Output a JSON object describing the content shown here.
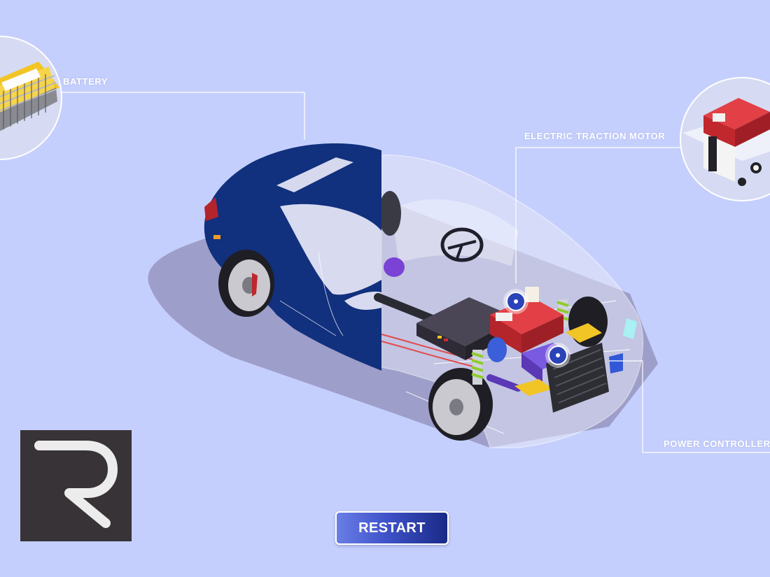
{
  "callouts": {
    "battery": "BATTERY",
    "motor": "ELECTRIC TRACTION MOTOR",
    "controller": "POWER CONTROLLER"
  },
  "controls": {
    "restart_label": "RESTART"
  },
  "icons": {
    "logo": "letter-r-logo-icon",
    "hotspot": "hotspot-target-icon"
  },
  "colors": {
    "background": "#c5cffd",
    "car_body": "#11307d",
    "engine_red": "#d12b33",
    "accent_yellow": "#f2c526",
    "accent_purple": "#7a43d6",
    "logo_tile": "#383337",
    "button_gradient": [
      "#6a7ee6",
      "#1a2a86"
    ]
  }
}
